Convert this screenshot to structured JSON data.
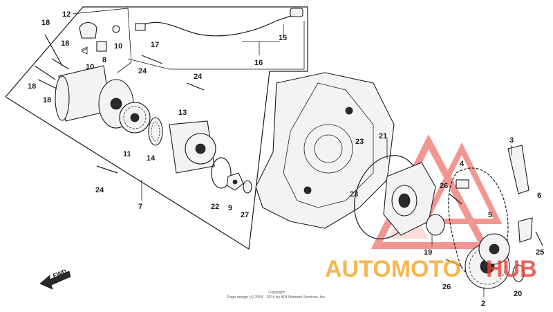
{
  "labels": {
    "l2": "2",
    "l3": "3",
    "l4": "4",
    "l5": "5",
    "l6": "6",
    "l7": "7",
    "l8": "8",
    "l9": "9",
    "l10a": "10",
    "l10b": "10",
    "l11": "11",
    "l12": "12",
    "l13": "13",
    "l14": "14",
    "l15": "15",
    "l16": "16",
    "l17": "17",
    "l18a": "18",
    "l18b": "18",
    "l18c": "18",
    "l18d": "18",
    "l19": "19",
    "l20": "20",
    "l21": "21",
    "l22": "22",
    "l23a": "23",
    "l23b": "23",
    "l24a": "24",
    "l24b": "24",
    "l24c": "24",
    "l25": "25",
    "l26a": "26",
    "l26b": "26",
    "l27": "27"
  },
  "fwd_label": "FWD",
  "copyright": {
    "line1": "Copyright",
    "line2": "Page design (c) 2004 - 2014 by ARI Network Services, Inc."
  },
  "watermark": {
    "text_a": "AUTOMOTO",
    "text_b": "HUB",
    "color_orange": "#f5a623",
    "color_red": "#e8413a"
  }
}
